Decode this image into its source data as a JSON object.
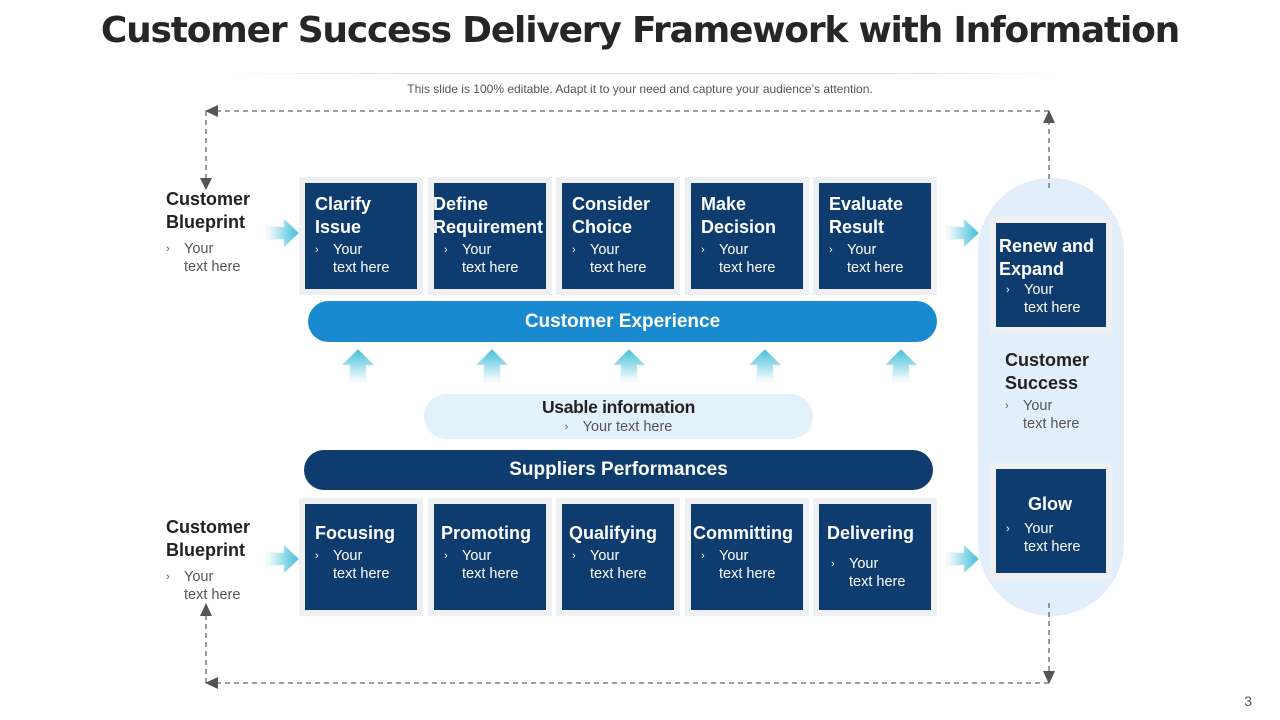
{
  "title": "Customer Success Delivery Framework with Information",
  "subtitle": "This slide is 100% editable. Adapt it to your need and capture your audience’s attention.",
  "bullet_glyph": "›",
  "colors": {
    "card_dark": "#0e3c6e",
    "bar_light": "#1a8ad0",
    "pill_bg": "#e3eefb",
    "usable_bg": "#e3f1fb",
    "arrow_cyan": "#3fbfd8"
  },
  "left_labels": [
    {
      "heading_line1": "Customer",
      "heading_line2": "Blueprint",
      "text_line1": "Your",
      "text_line2": "text here"
    },
    {
      "heading_line1": "Customer",
      "heading_line2": "Blueprint",
      "text_line1": "Your",
      "text_line2": "text here"
    }
  ],
  "top_cards": [
    {
      "line1": "Clarify",
      "line2": "Issue",
      "text_line1": "Your",
      "text_line2": "text here"
    },
    {
      "line1": "Define",
      "line2": "Requirement",
      "text_line1": "Your",
      "text_line2": "text here"
    },
    {
      "line1": "Consider",
      "line2": "Choice",
      "text_line1": "Your",
      "text_line2": "text here"
    },
    {
      "line1": "Make",
      "line2": "Decision",
      "text_line1": "Your",
      "text_line2": "text here"
    },
    {
      "line1": "Evaluate",
      "line2": "Result",
      "text_line1": "Your",
      "text_line2": "text here"
    }
  ],
  "bottom_cards": [
    {
      "line1": "Focusing",
      "text_line1": "Your",
      "text_line2": "text here"
    },
    {
      "line1": "Promoting",
      "text_line1": "Your",
      "text_line2": "text here"
    },
    {
      "line1": "Qualifying",
      "text_line1": "Your",
      "text_line2": "text here"
    },
    {
      "line1": "Committing",
      "text_line1": "Your",
      "text_line2": "text here"
    },
    {
      "line1": "Delivering",
      "text_line1": "Your",
      "text_line2": "text here"
    }
  ],
  "customer_experience": "Customer Experience",
  "suppliers_performances": "Suppliers  Performances",
  "usable_info": {
    "heading": "Usable information",
    "text": "Your text here"
  },
  "right_column": {
    "renew": {
      "line1": "Renew and",
      "line2": "Expand",
      "text_line1": "Your",
      "text_line2": "text here"
    },
    "success": {
      "line1": "Customer",
      "line2": "Success",
      "text_line1": "Your",
      "text_line2": "text here"
    },
    "glow": {
      "line1": "Glow",
      "text_line1": "Your",
      "text_line2": "text here"
    }
  },
  "page_number": "3"
}
